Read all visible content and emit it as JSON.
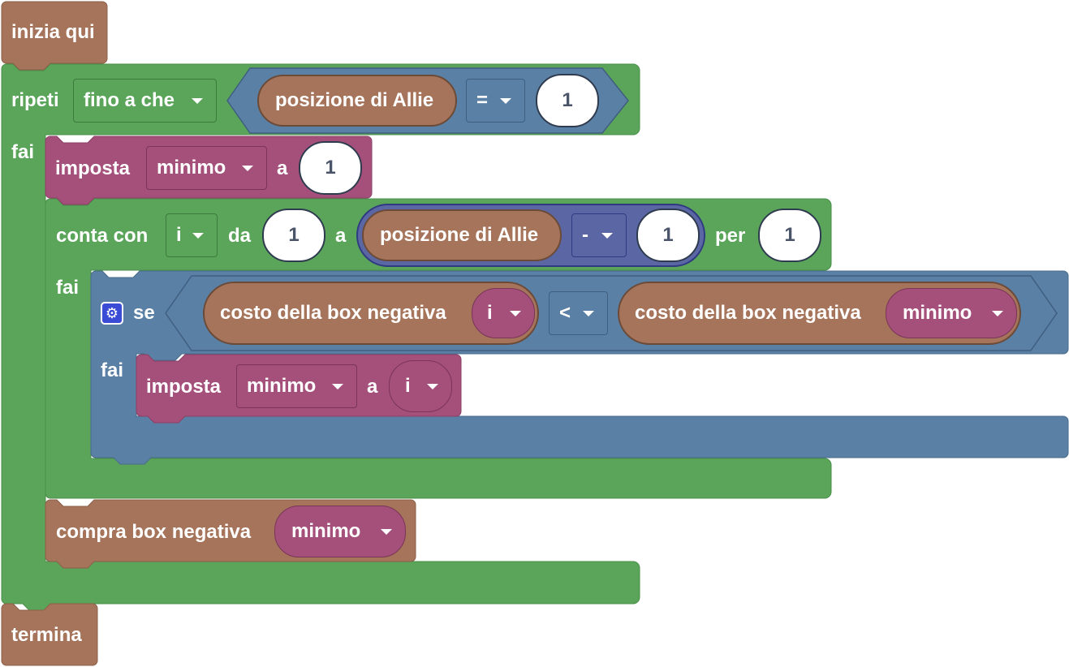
{
  "program": {
    "start": "inizia qui",
    "end": "termina",
    "repeat": {
      "keyword": "ripeti",
      "mode": "fino a che",
      "do": "fai",
      "condition": {
        "left": "posizione di Allie",
        "op": "=",
        "right": "1"
      }
    },
    "set_min": {
      "keyword": "imposta",
      "variable": "minimo",
      "to": "a",
      "value": "1"
    },
    "count": {
      "keyword": "conta con",
      "variable": "i",
      "from": "da",
      "start": "1",
      "to": "a",
      "end_left": "posizione di Allie",
      "end_op": "-",
      "end_right": "1",
      "by": "per",
      "step": "1",
      "do": "fai"
    },
    "if": {
      "keyword": "se",
      "do": "fai",
      "left_fn": "costo della box negativa",
      "left_arg": "i",
      "op": "<",
      "right_fn": "costo della box negativa",
      "right_arg": "minimo"
    },
    "set_min_i": {
      "keyword": "imposta",
      "variable": "minimo",
      "to": "a",
      "value": "i"
    },
    "buy": {
      "label": "compra box negativa",
      "arg": "minimo"
    }
  },
  "colors": {
    "green": "#5ba55b",
    "brown": "#a5745b",
    "magenta": "#a5507a",
    "blue": "#5b80a5",
    "indigo": "#5b67a5"
  }
}
